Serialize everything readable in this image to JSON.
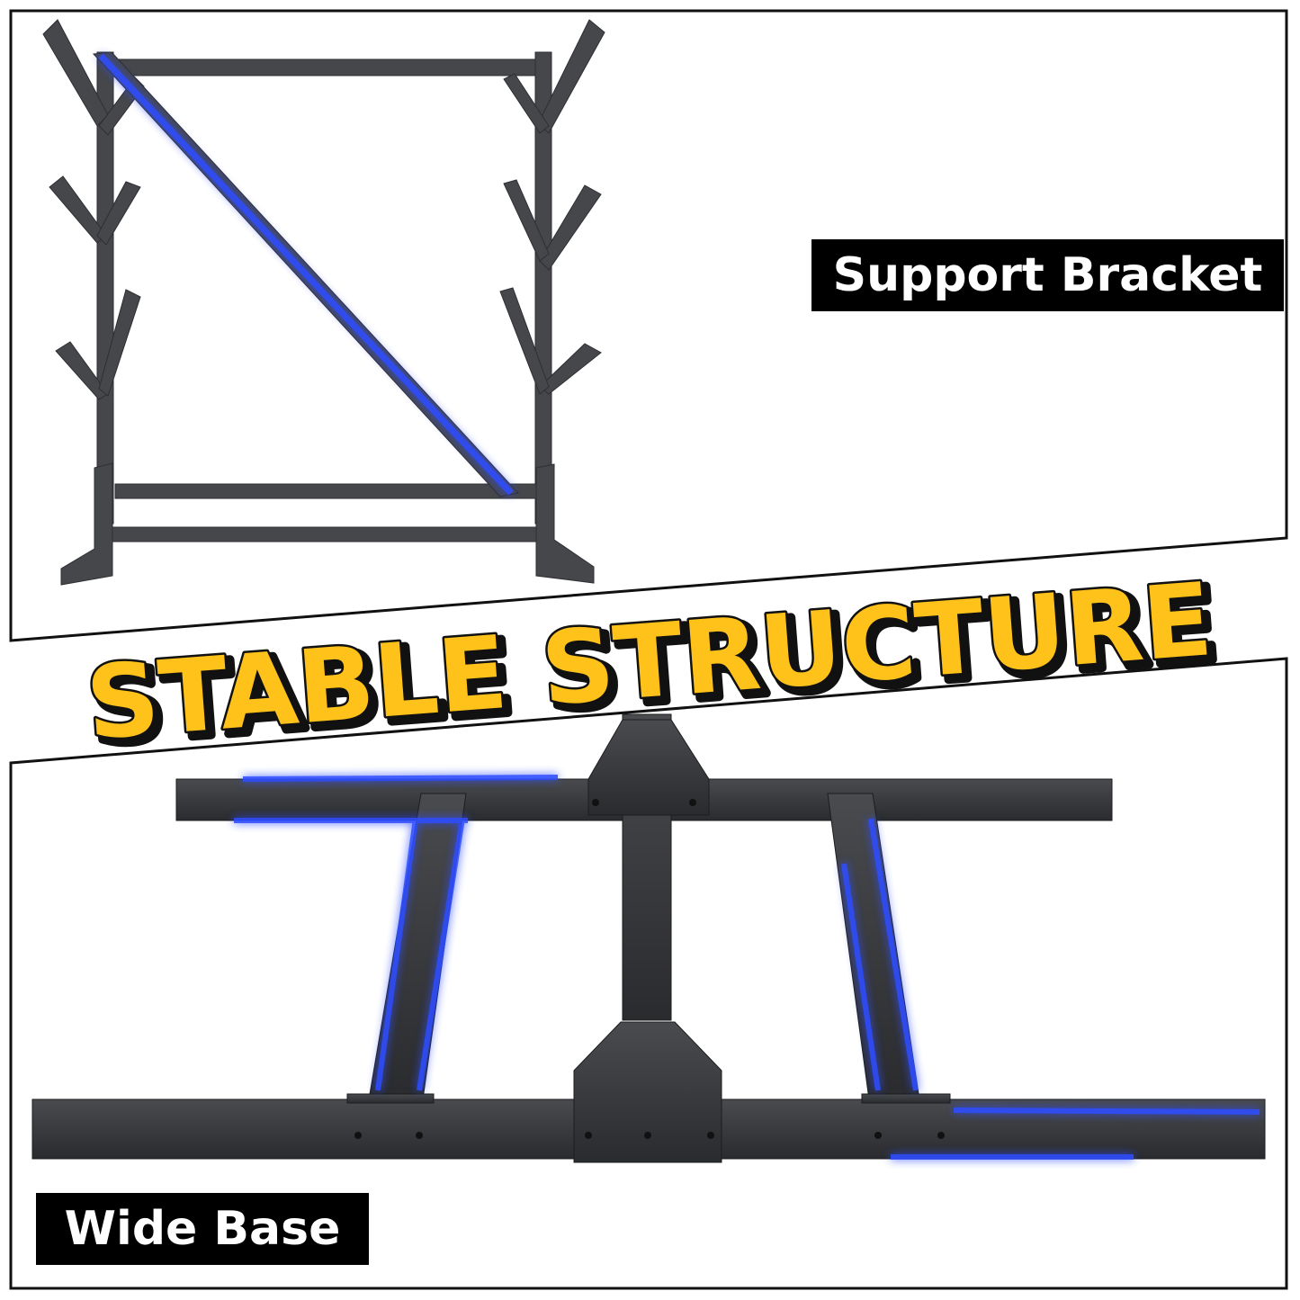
{
  "headline": "STABLE STRUCTURE",
  "panels": {
    "top": {
      "label": "Support Bracket"
    },
    "bottom": {
      "label": "Wide Base"
    }
  },
  "colors": {
    "frame": "#3c3d40",
    "frame_dark": "#2a2b2e",
    "highlight": "#2f4dff",
    "headline_fill": "#ffc21a",
    "headline_outline": "#111111",
    "label_bg": "#000000",
    "label_text": "#ffffff"
  }
}
